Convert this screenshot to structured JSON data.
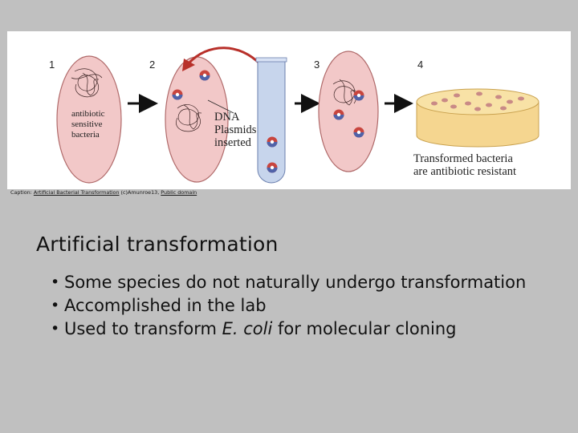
{
  "figure": {
    "step_numbers": [
      "1",
      "2",
      "3",
      "4"
    ],
    "sensitive_label": [
      "antibiotic",
      "sensitive",
      "bacteria"
    ],
    "plasmid_label": [
      "DNA",
      "Plasmids",
      "inserted"
    ],
    "result_label": [
      "Transformed bacteria",
      "are antibiotic resistant"
    ],
    "colors": {
      "cell_fill": "#f2c8c8",
      "cell_stroke": "#b06a6a",
      "plate_fill": "#f7dfa0",
      "plate_stroke": "#c9a14e",
      "colony": "#c98a86",
      "plasmid_red": "#c8453e",
      "plasmid_blue": "#5062a8",
      "tube_fill": "#c7d5ec",
      "arrow_red": "#b8302a",
      "arrow_black": "#111111"
    }
  },
  "caption": {
    "prefix": "Caption: ",
    "link_text": "Artificial Bacterial Transformation",
    "middle": " (c)Amunroe13, ",
    "license": "Public domain"
  },
  "slide": {
    "title": "Artificial transformation",
    "bullets": [
      {
        "text": "Some species do not naturally undergo transformation"
      },
      {
        "text": "Accomplished in the lab"
      },
      {
        "pre": "Used to transform ",
        "italic": "E. coli",
        "post": " for molecular cloning"
      }
    ]
  }
}
